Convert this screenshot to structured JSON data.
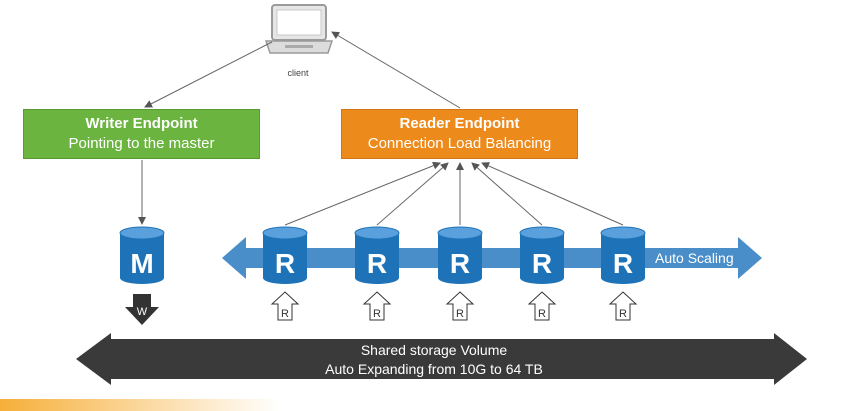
{
  "client": {
    "label": "client",
    "icon": "laptop-icon"
  },
  "writer": {
    "title": "Writer Endpoint",
    "subtitle": "Pointing to the master",
    "color": "#6bb43f"
  },
  "reader": {
    "title": "Reader Endpoint",
    "subtitle": "Connection Load Balancing",
    "color": "#ec8a1c"
  },
  "master": {
    "letter": "M",
    "write_label": "W"
  },
  "replicas": [
    {
      "letter": "R",
      "read_label": "R"
    },
    {
      "letter": "R",
      "read_label": "R"
    },
    {
      "letter": "R",
      "read_label": "R"
    },
    {
      "letter": "R",
      "read_label": "R"
    },
    {
      "letter": "R",
      "read_label": "R"
    }
  ],
  "auto_scaling": {
    "label": "Auto Scaling",
    "color": "#4a8ec9"
  },
  "storage": {
    "line1": "Shared storage Volume",
    "line2": "Auto Expanding from 10G to 64 TB",
    "color": "#3a3a3a"
  },
  "db_color": "#1e73b8"
}
